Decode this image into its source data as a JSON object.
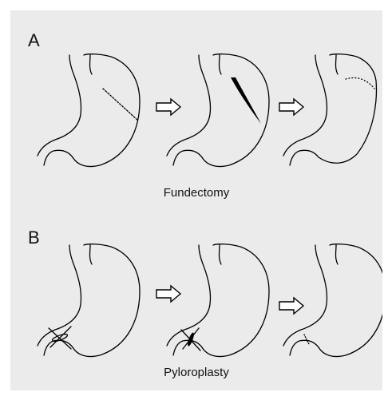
{
  "panels": [
    {
      "label": "A",
      "caption": "Fundectomy"
    },
    {
      "label": "B",
      "caption": "Pyloroplasty"
    }
  ],
  "colors": {
    "background": "#ebebeb",
    "line": "#000000"
  },
  "icons": [
    "stomach-outline",
    "arrow-right-icon"
  ]
}
